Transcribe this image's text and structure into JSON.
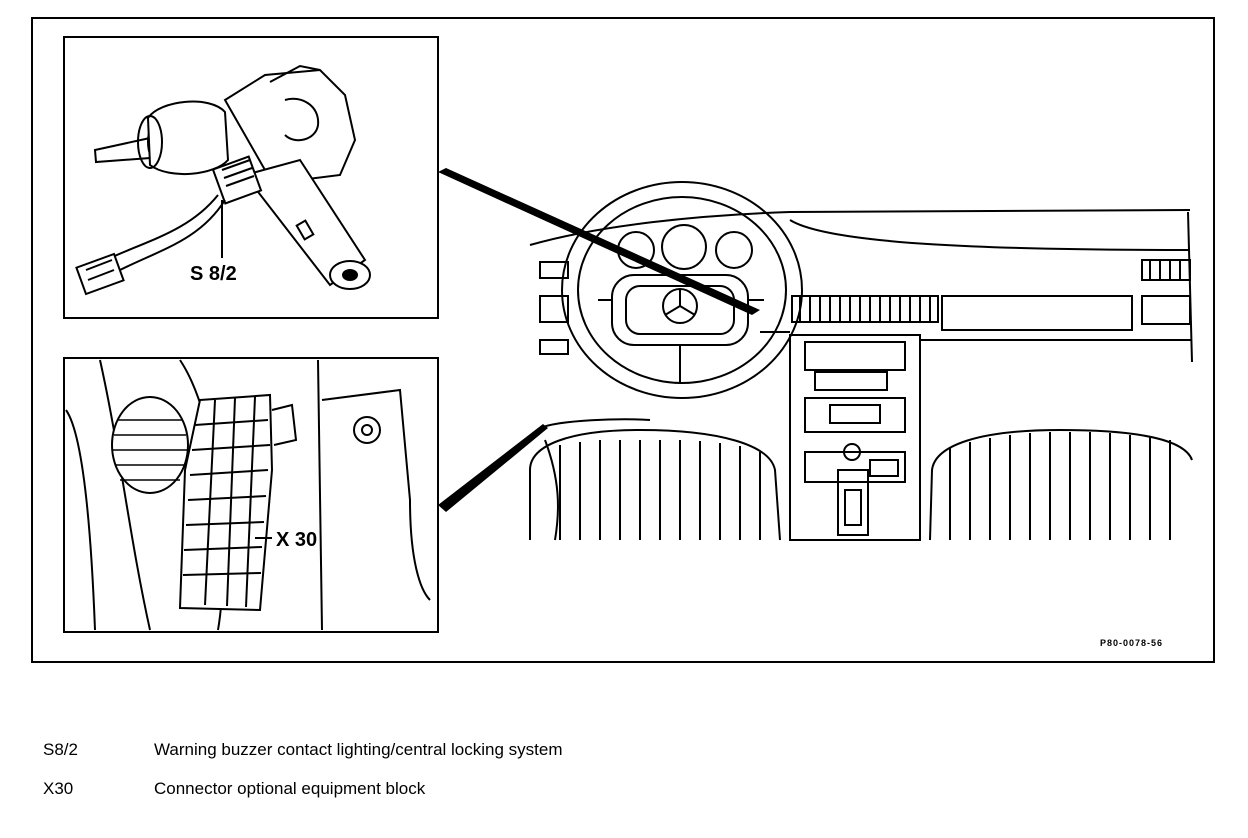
{
  "figure": {
    "inset_top_label": "S 8/2",
    "inset_bottom_label": "X 30",
    "figure_code": "P80-0078-56"
  },
  "legend": [
    {
      "code": "S8/2",
      "description": "Warning buzzer contact lighting/central locking system"
    },
    {
      "code": "X30",
      "description": "Connector optional equipment block"
    }
  ]
}
